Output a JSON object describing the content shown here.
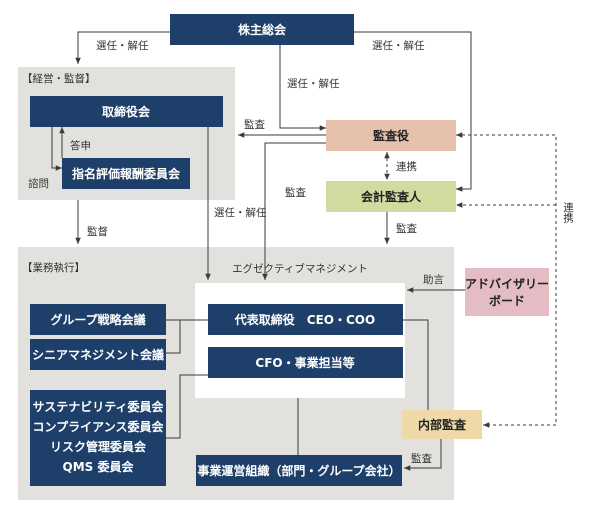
{
  "sections": {
    "management": "【経営・監督】",
    "execution": "【業務執行】",
    "exec_mgmt": "エグゼクティブマネジメント"
  },
  "boxes": {
    "shareholders": "株主総会",
    "board": "取締役会",
    "nomination": "指名評価報酬委員会",
    "auditors": "監査役",
    "accounting_auditor": "会計監査人",
    "advisory": [
      "アドバイザリー",
      "ボード"
    ],
    "ceo": "代表取締役　CEO・COO",
    "cfo": "CFO・事業担当等",
    "group_strategy": "グループ戦略会議",
    "senior_mgmt": "シニアマネジメント会議",
    "committees": [
      "サステナビリティ委員会",
      "コンプライアンス委員会",
      "リスク管理委員会",
      "QMS 委員会"
    ],
    "internal_audit": "内部監査",
    "business_org": "事業運営組織（部門・グループ会社）"
  },
  "labels": {
    "appoint_left": "選任・解任",
    "appoint_right": "選任・解任",
    "appoint_mid": "選任・解任",
    "appoint_board": "選任・解任",
    "report": "答申",
    "consult": "諮問",
    "audit_board": "監査",
    "audit_exec_from_auditors": "監査",
    "supervise": "監督",
    "audit_accounting": "監査",
    "collab_short": "連携",
    "collab_long": "連携",
    "advice": "助言",
    "audit_internal": "監査"
  }
}
